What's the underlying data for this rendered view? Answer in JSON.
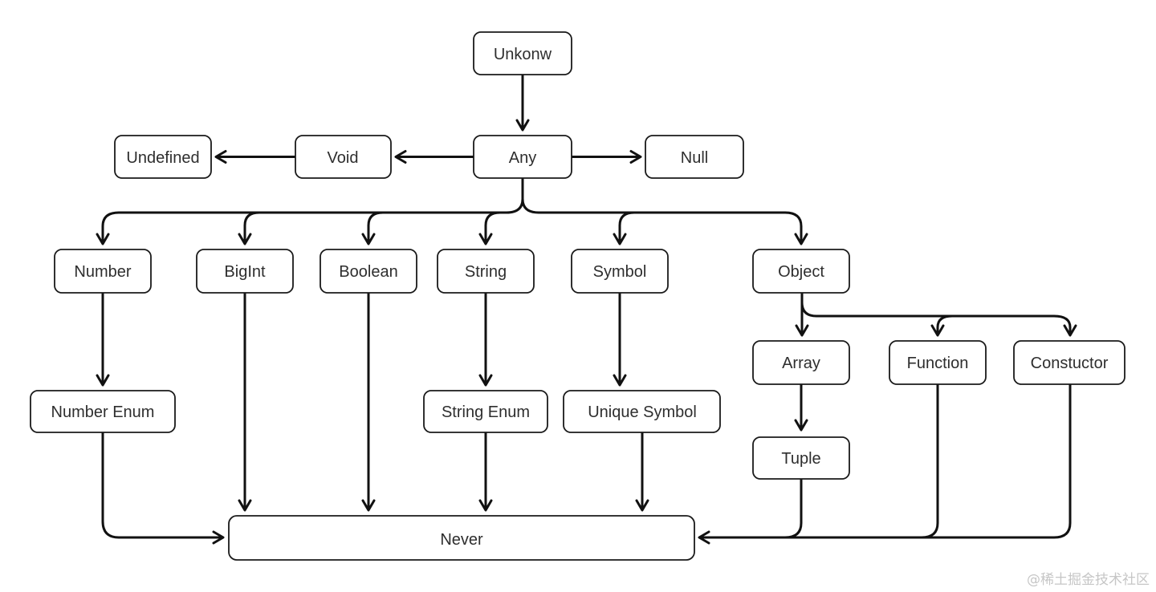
{
  "diagram": {
    "type": "flowchart",
    "topic": "TypeScript type hierarchy",
    "colors": {
      "background": "#ffffff",
      "line": "#111111",
      "box_border": "#1a1a1a",
      "box_fill": "#ffffff",
      "text": "#2e2e2e",
      "watermark": "#c6c6c6"
    },
    "nodes": {
      "unknown": "Unkonw",
      "any": "Any",
      "void": "Void",
      "undefined": "Undefined",
      "null": "Null",
      "number": "Number",
      "bigint": "BigInt",
      "boolean": "Boolean",
      "string": "String",
      "symbol": "Symbol",
      "object": "Object",
      "array": "Array",
      "function": "Function",
      "constuctor": "Constuctor",
      "number_enum": "Number Enum",
      "string_enum": "String Enum",
      "unique_symbol": "Unique Symbol",
      "tuple": "Tuple",
      "never": "Never"
    },
    "edges": [
      {
        "from": "unknown",
        "to": "any"
      },
      {
        "from": "any",
        "to": "void"
      },
      {
        "from": "void",
        "to": "undefined"
      },
      {
        "from": "any",
        "to": "null"
      },
      {
        "from": "any",
        "to": "number"
      },
      {
        "from": "any",
        "to": "bigint"
      },
      {
        "from": "any",
        "to": "boolean"
      },
      {
        "from": "any",
        "to": "string"
      },
      {
        "from": "any",
        "to": "symbol"
      },
      {
        "from": "any",
        "to": "object"
      },
      {
        "from": "number",
        "to": "number_enum"
      },
      {
        "from": "number_enum",
        "to": "never"
      },
      {
        "from": "bigint",
        "to": "never"
      },
      {
        "from": "boolean",
        "to": "never"
      },
      {
        "from": "string",
        "to": "string_enum"
      },
      {
        "from": "string_enum",
        "to": "never"
      },
      {
        "from": "symbol",
        "to": "unique_symbol"
      },
      {
        "from": "unique_symbol",
        "to": "never"
      },
      {
        "from": "object",
        "to": "array"
      },
      {
        "from": "object",
        "to": "function"
      },
      {
        "from": "object",
        "to": "constuctor"
      },
      {
        "from": "array",
        "to": "tuple"
      },
      {
        "from": "tuple",
        "to": "never"
      },
      {
        "from": "function",
        "to": "never"
      },
      {
        "from": "constuctor",
        "to": "never"
      }
    ],
    "watermark": "@稀土掘金技术社区"
  }
}
